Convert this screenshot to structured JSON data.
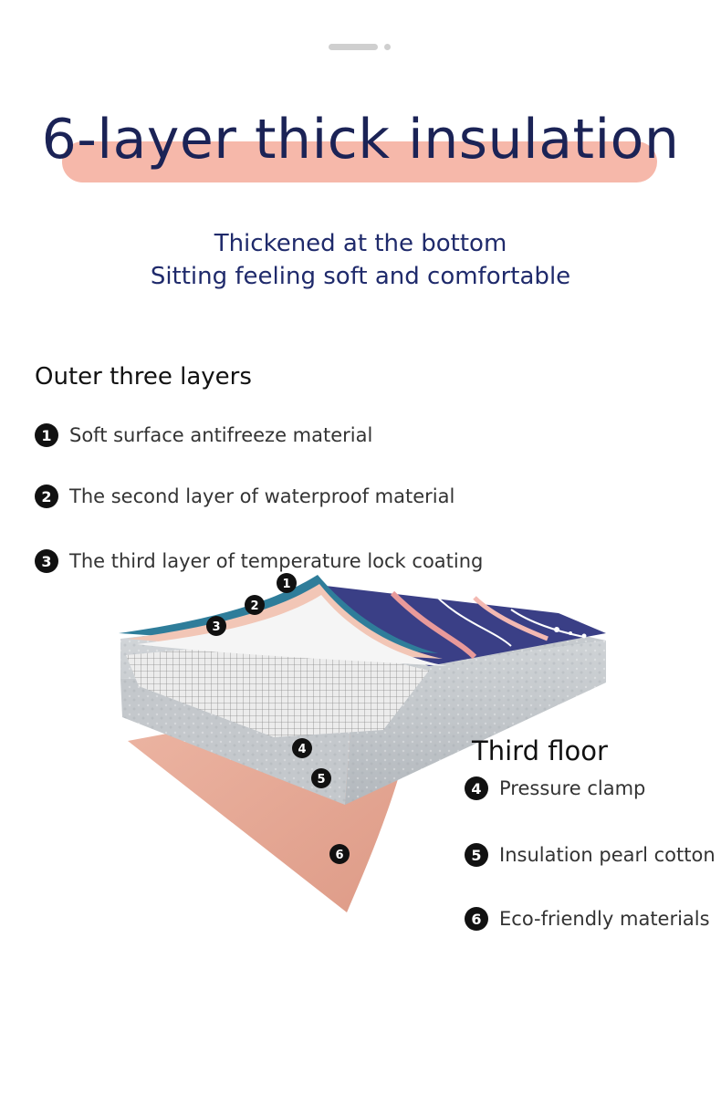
{
  "title": "6-layer thick insulation",
  "subtitle": {
    "line1": "Thickened at the bottom",
    "line2": "Sitting feeling soft and comfortable"
  },
  "outer_section": {
    "title": "Outer three layers",
    "items": [
      {
        "number": "1",
        "label": "Soft surface antifreeze material"
      },
      {
        "number": "2",
        "label": "The second layer of waterproof material"
      },
      {
        "number": "3",
        "label": "The third layer of temperature lock coating"
      }
    ]
  },
  "inner_section": {
    "title": "Third floor",
    "items": [
      {
        "number": "4",
        "label": "Pressure clamp"
      },
      {
        "number": "5",
        "label": "Insulation pearl cotton"
      },
      {
        "number": "6",
        "label": "Eco-friendly materials"
      }
    ]
  },
  "colors": {
    "title_text": "#1b2356",
    "title_highlight": "#f6b8aa",
    "subtitle_text": "#1f2a6b",
    "fabric_navy": "#3a3f86",
    "waterproof_teal": "#2f7d9a",
    "foam_gray": "#c9cdd1",
    "bottom_pink": "#e8a793"
  }
}
